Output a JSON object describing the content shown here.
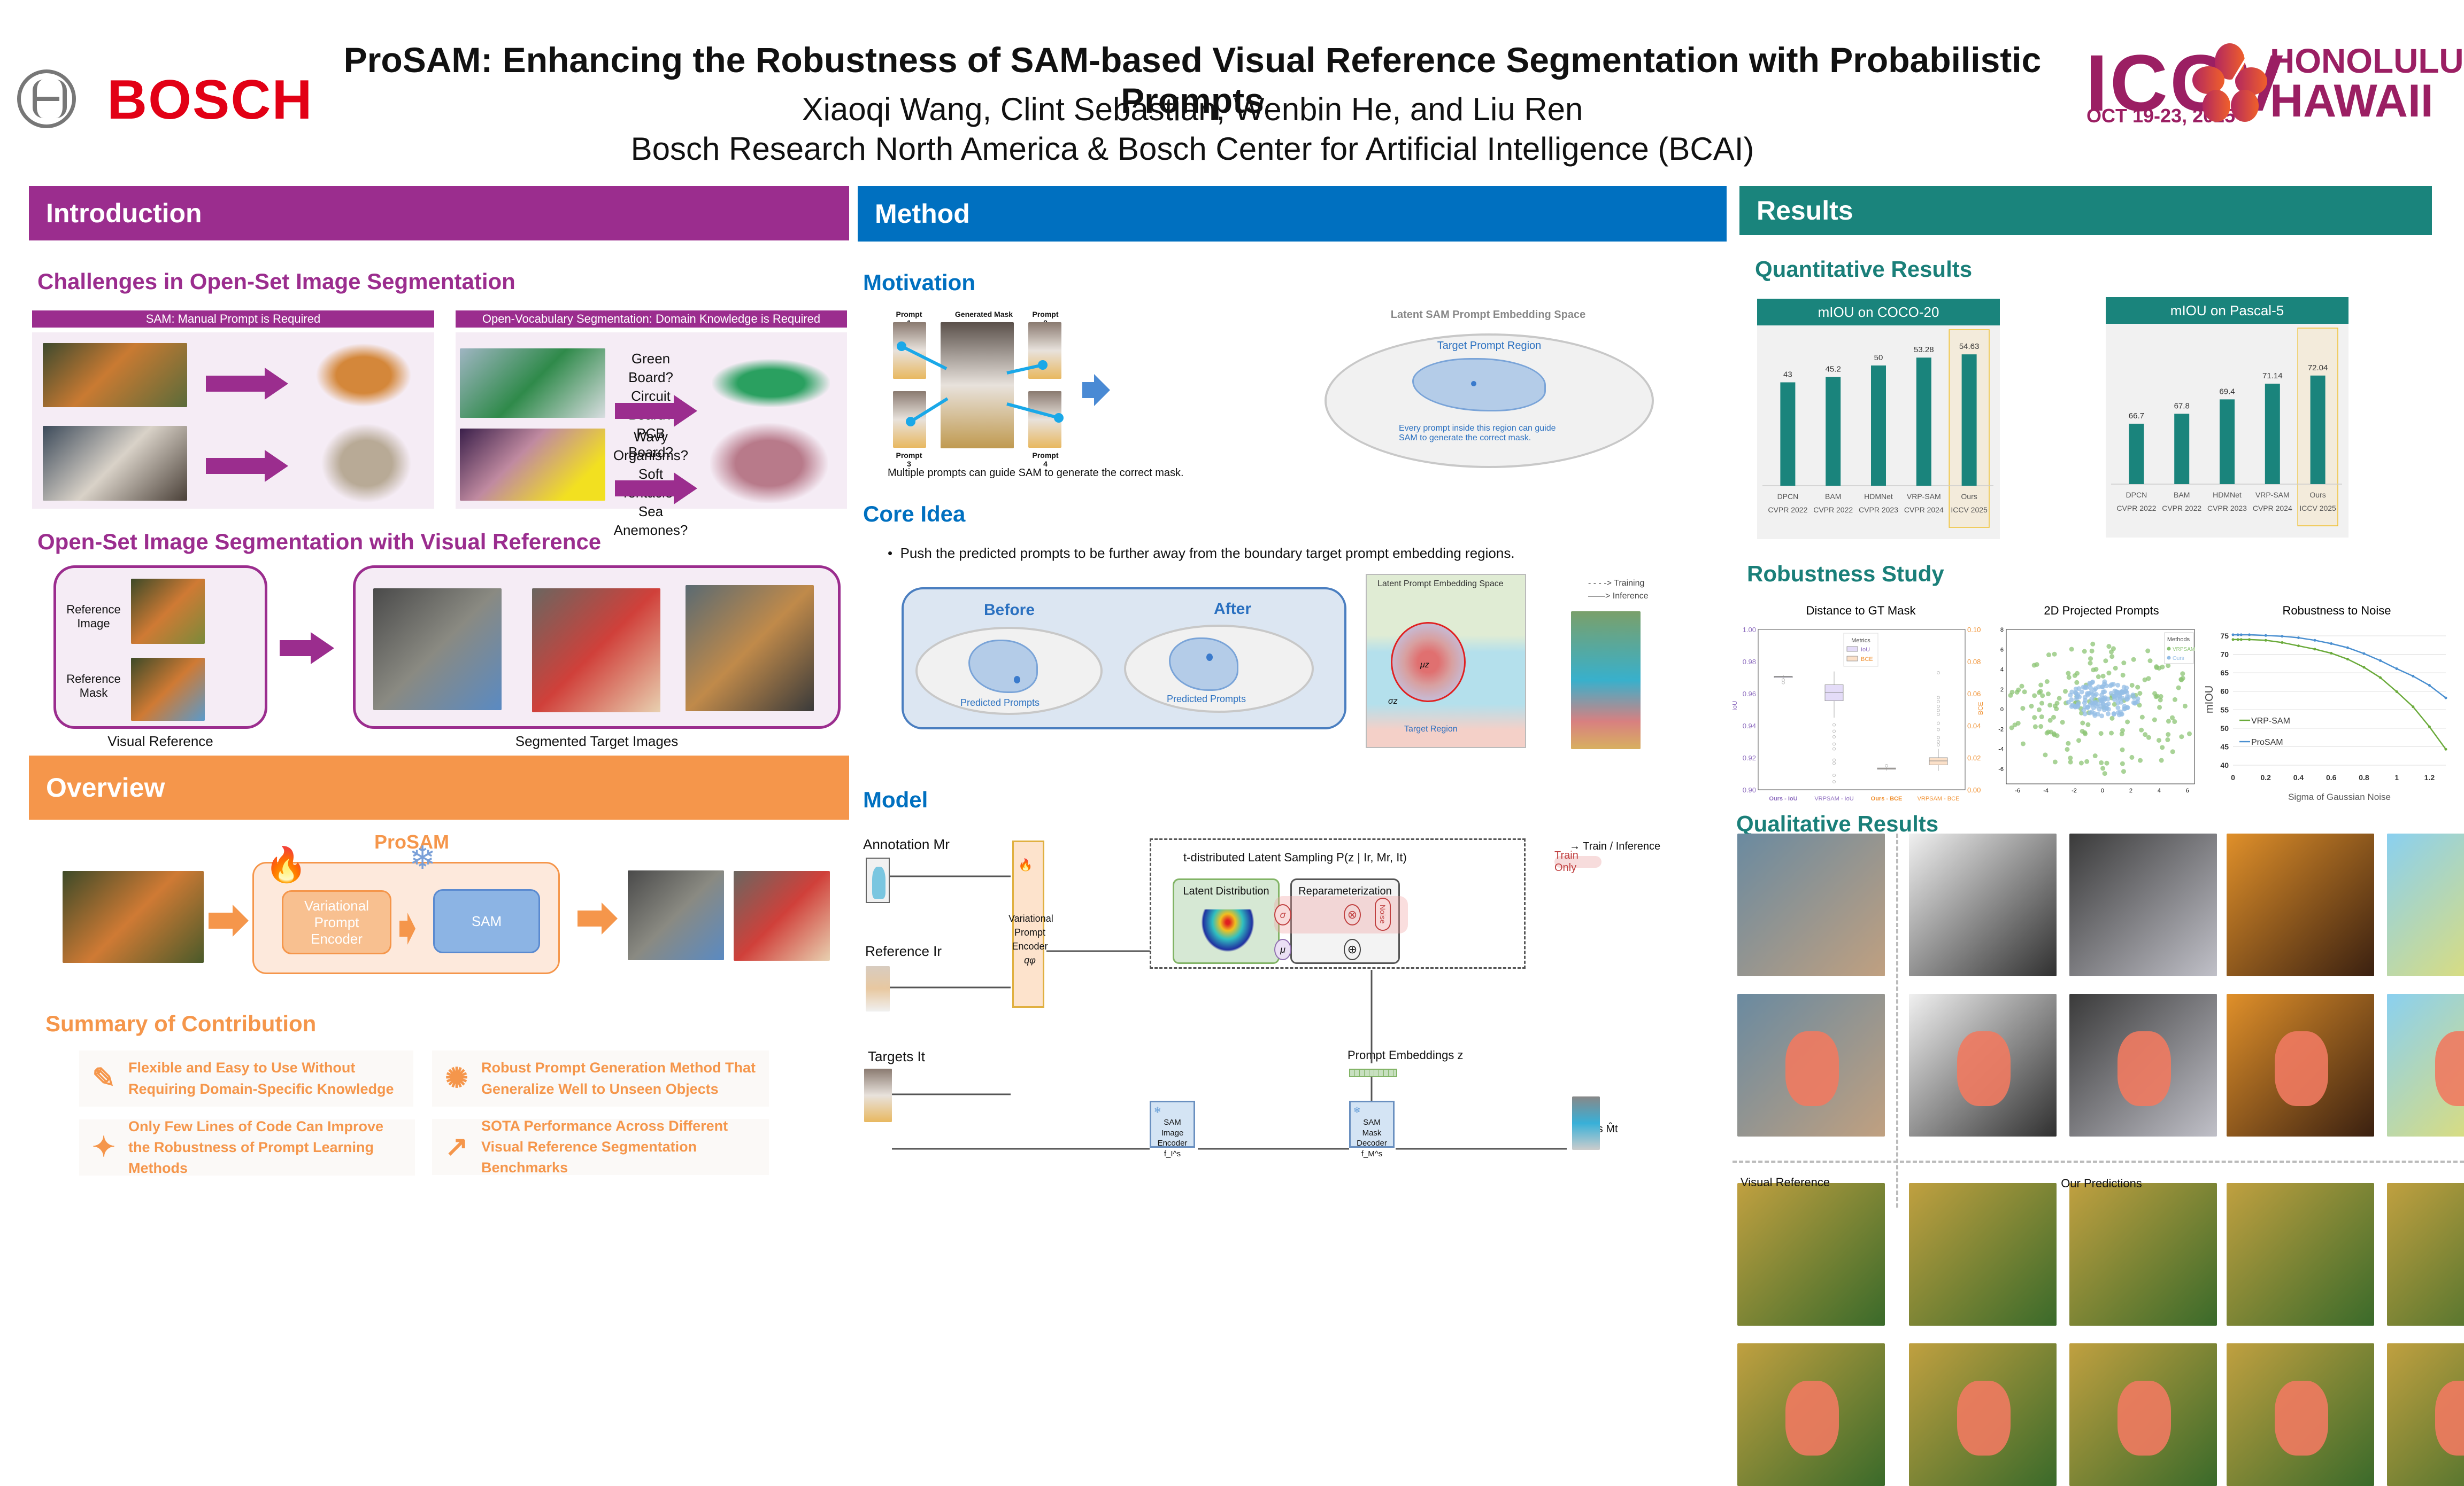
{
  "header": {
    "title": "ProSAM: Enhancing the Robustness of SAM-based Visual Reference Segmentation with Probabilistic Prompts",
    "authors": "Xiaoqi Wang, Clint Sebastian, Wenbin He, and Liu Ren",
    "affiliation": "Bosch Research North America & Bosch Center for Artificial Intelligence (BCAI)",
    "left_logo": "BOSCH",
    "conf_logo": "ICCV",
    "conf_date": "OCT 19-23, 2025",
    "conf_city": "HONOLULU",
    "conf_state": "HAWAII"
  },
  "colors": {
    "intro": "#9b2d8e",
    "method": "#0070c0",
    "results": "#1a847c",
    "overview": "#f5964b",
    "bosch_red": "#e20015",
    "iccv": "#9b1f63"
  },
  "introduction": {
    "title": "Introduction",
    "challenges_title": "Challenges in Open-Set Image Segmentation",
    "sam_strip": "SAM: Manual Prompt is Required",
    "ov_strip": "Open-Vocabulary Segmentation: Domain Knowledge is Required",
    "ov_q1": [
      "Green Board?",
      "Circuit Board?",
      "PCB Board?"
    ],
    "ov_q2": [
      "Wavy Organisms?",
      "Soft Tentacle?",
      "Sea Anemones?"
    ],
    "vr_title": "Open-Set Image Segmentation with Visual Reference",
    "ref_image": "Reference Image",
    "ref_mask": "Reference Mask",
    "visual_reference": "Visual Reference",
    "segmented_targets": "Segmented Target Images"
  },
  "overview": {
    "title": "Overview",
    "prosam": "ProSAM",
    "encoder": "Variational Prompt Encoder",
    "sam": "SAM",
    "contrib_title": "Summary of Contribution",
    "contributions": [
      {
        "icon": "pencil-icon",
        "text": "Flexible and Easy to Use Without Requiring Domain-Specific Knowledge"
      },
      {
        "icon": "virus-icon",
        "text": "Robust Prompt Generation Method That Generalize Well to Unseen Objects"
      },
      {
        "icon": "sparkle-icon",
        "text": "Only Few Lines of Code Can Improve the Robustness of Prompt Learning Methods"
      },
      {
        "icon": "trend-up-icon",
        "text": "SOTA Performance Across Different Visual Reference Segmentation Benchmarks"
      }
    ]
  },
  "method": {
    "title": "Method",
    "motivation_title": "Motivation",
    "prompts": [
      "Prompt 1",
      "Prompt 2",
      "Prompt 3",
      "Prompt 4"
    ],
    "generated_mask": "Generated Mask",
    "motivation_caption": "Multiple prompts can guide SAM to generate the correct mask.",
    "latent_title": "Latent SAM Prompt Embedding Space",
    "target_region": "Target Prompt Region",
    "region_note": "Every prompt inside this region can guide SAM to generate the correct mask.",
    "core_title": "Core Idea",
    "core_bullet": "Push the predicted prompts to be further away from the boundary target prompt embedding regions.",
    "before": "Before",
    "after": "After",
    "predicted_prompts": "Predicted Prompts",
    "latent_space": "Latent Prompt Embedding Space",
    "target_region_short": "Target Region",
    "mu": "μz",
    "sigma": "σz",
    "legend_training": "Training",
    "legend_inference": "Inference",
    "model_title": "Model",
    "annotation": "Annotation Mr",
    "reference": "Reference Ir",
    "targets": "Targets It",
    "vpe": [
      "Variational",
      "Prompt",
      "Encoder",
      "qφ"
    ],
    "sampling": "t-distributed Latent Sampling P(z | Ir, Mr, It)",
    "latent_dist": "Latent Distribution",
    "reparam": "Reparameterization",
    "noise": "Noise",
    "prompt_emb": "Prompt Embeddings z",
    "img_enc": [
      "SAM",
      "Image Encoder f_I^s"
    ],
    "mask_dec": [
      "SAM",
      "Mask Decoder f_M^s"
    ],
    "masks": "Masks M̂t",
    "legend_train_inf": "Train / Inference",
    "legend_train_only": "Train Only"
  },
  "results": {
    "title": "Results",
    "quant_title": "Quantitative Results",
    "robust_title": "Robustness Study",
    "qual_title": "Qualitative Results",
    "qual_visual_ref": "Visual Reference",
    "qual_predictions": "Our Predictions"
  },
  "chart_data": [
    {
      "type": "bar",
      "title": "mIOU on COCO-20",
      "categories": [
        "DPCN|CVPR 2022",
        "BAM|CVPR 2022",
        "HDMNet|CVPR 2023",
        "VRP-SAM|CVPR 2024",
        "Ours|ICCV 2025"
      ],
      "values": [
        43,
        45.2,
        50,
        53.28,
        54.63
      ],
      "labels": [
        "43",
        "45.2",
        "50",
        "53.28",
        "54.63"
      ],
      "highlight": 4,
      "ylim": [
        0,
        60
      ]
    },
    {
      "type": "bar",
      "title": "mIOU on Pascal-5",
      "categories": [
        "DPCN|CVPR 2022",
        "BAM|CVPR 2022",
        "HDMNet|CVPR 2023",
        "VRP-SAM|CVPR 2024",
        "Ours|ICCV 2025"
      ],
      "values": [
        66.7,
        67.8,
        69.4,
        71.14,
        72.04
      ],
      "labels": [
        "66.7",
        "67.8",
        "69.4",
        "71.14",
        "72.04"
      ],
      "highlight": 4,
      "ylim": [
        60,
        76
      ]
    },
    {
      "type": "box",
      "title": "Distance to GT Mask",
      "categories": [
        "Ours - IoU",
        "VRPSAM - IoU",
        "Ours - BCE",
        "VRPSAM - BCE"
      ],
      "ylabel_left": "IoU",
      "ylim_left": [
        0.9,
        1.0
      ],
      "yticks_left": [
        "0.90",
        "0.92",
        "0.94",
        "0.96",
        "0.98",
        "1.00"
      ],
      "ylabel_right": "BCE",
      "ylim_right": [
        0.0,
        0.1
      ],
      "yticks_right": [
        "0.00",
        "0.02",
        "0.04",
        "0.06",
        "0.08",
        "0.10"
      ],
      "legend_title": "Metrics",
      "legend": [
        "IoU",
        "BCE"
      ],
      "boxes": [
        {
          "axis": "left",
          "q1": 0.97,
          "median": 0.9705,
          "q3": 0.9708,
          "lo": 0.969,
          "hi": 0.9715,
          "outliers": [
            0.9685,
            0.9668
          ]
        },
        {
          "axis": "left",
          "q1": 0.9555,
          "median": 0.9605,
          "q3": 0.9655,
          "lo": 0.945,
          "hi": 0.9738,
          "outliers": [
            0.9405,
            0.9365,
            0.933,
            0.9285,
            0.9255,
            0.9185,
            0.9165,
            0.909,
            0.905
          ]
        },
        {
          "axis": "right",
          "q1": 0.0128,
          "median": 0.0132,
          "q3": 0.0136,
          "lo": 0.012,
          "hi": 0.014,
          "outliers": [
            0.015
          ]
        },
        {
          "axis": "right",
          "q1": 0.0155,
          "median": 0.018,
          "q3": 0.02,
          "lo": 0.0118,
          "hi": 0.0255,
          "outliers": [
            0.073,
            0.0575,
            0.055,
            0.052,
            0.0495,
            0.047,
            0.0415,
            0.0375,
            0.0325,
            0.03,
            0.028
          ]
        }
      ]
    },
    {
      "type": "scatter",
      "title": "2D Projected Prompts",
      "xlim": [
        -6.8,
        6.5
      ],
      "ylim": [
        -7.5,
        8
      ],
      "xticks": [
        -6,
        -4,
        -2,
        0,
        2,
        4,
        6
      ],
      "yticks": [
        -6,
        -4,
        -2,
        0,
        2,
        4,
        6,
        8
      ],
      "legend_title": "Methods",
      "series": [
        {
          "name": "VRPSAM",
          "color": "#8cc474",
          "spread": 4.2,
          "count": 160
        },
        {
          "name": "Ours",
          "color": "#94bde6",
          "spread": 1.8,
          "count": 150
        }
      ]
    },
    {
      "type": "line",
      "title": "Robustness to Noise",
      "xlabel": "Sigma of Gaussian Noise",
      "ylabel": "mIOU",
      "xlim": [
        0,
        1.3
      ],
      "ylim": [
        40,
        75
      ],
      "xticks": [
        "0",
        "0.2",
        "0.4",
        "0.6",
        "0.8",
        "1",
        "1.2"
      ],
      "yticks": [
        "40",
        "45",
        "50",
        "55",
        "60",
        "65",
        "70",
        "75"
      ],
      "x": [
        0,
        0.03,
        0.05,
        0.1,
        0.2,
        0.3,
        0.4,
        0.5,
        0.6,
        0.7,
        0.8,
        0.9,
        1.0,
        1.1,
        1.2,
        1.3
      ],
      "series": [
        {
          "name": "VRP-SAM",
          "color": "#6aaa3a",
          "values": [
            74.0,
            74.0,
            74.0,
            74.0,
            73.8,
            73.2,
            72.3,
            71.4,
            70.3,
            68.7,
            66.5,
            63.7,
            59.9,
            55.8,
            50.4,
            44.3
          ]
        },
        {
          "name": "ProSAM",
          "color": "#4a8fd0",
          "values": [
            75.3,
            75.3,
            75.3,
            75.3,
            75.1,
            74.9,
            74.5,
            73.8,
            72.9,
            71.8,
            70.2,
            68.3,
            66.1,
            64.1,
            61.6,
            58.2
          ]
        }
      ]
    }
  ]
}
